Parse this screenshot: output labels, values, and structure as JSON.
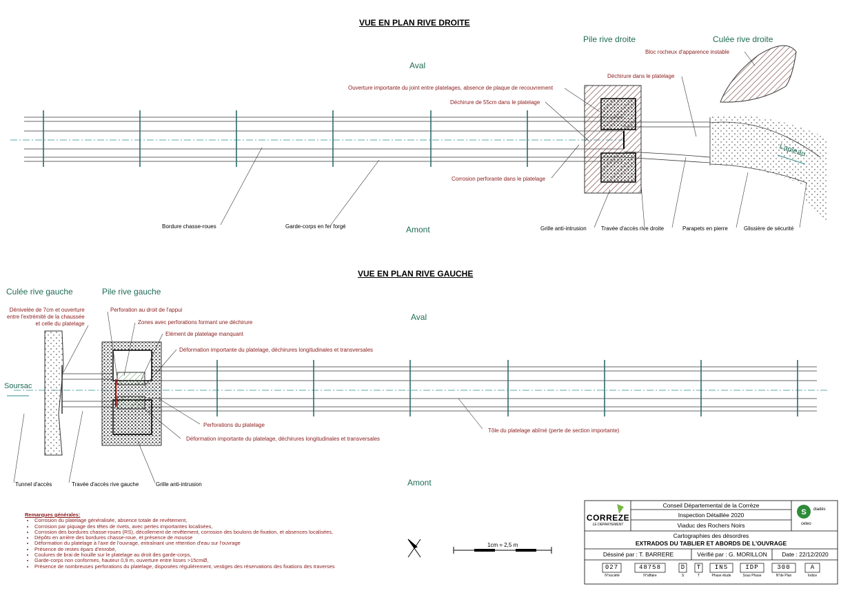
{
  "top": {
    "title": "VUE EN PLAN RIVE DROITE",
    "aval": "Aval",
    "amont": "Amont",
    "pile": "Pile rive droite",
    "culee": "Culée rive droite",
    "river_label": "Lapleau",
    "labels": {
      "bloc": "Bloc rocheux d'apparence instable",
      "dechirure_platelage": "Déchirure dans le platelage",
      "ouverture_joint": "Ouverture importante du joint entre platelages, absence de plaque de recouvrement",
      "dechirure_55": "Déchirure de 55cm dans le platelage",
      "corrosion_perforante": "Corrosion perforante dans le platelage",
      "bordure": "Bordure chasse-roues",
      "garde_corps": "Garde-corps en fer forgé",
      "grille": "Grille anti-intrusion",
      "travee": "Travée d'accès rive droite",
      "parapets": "Parapets en pierre",
      "glissiere": "Glissière de sécurité"
    }
  },
  "bottom": {
    "title": "VUE EN PLAN RIVE GAUCHE",
    "aval": "Aval",
    "amont": "Amont",
    "culee": "Culée rive gauche",
    "pile": "Pile rive gauche",
    "river_label": "Soursac",
    "labels": {
      "denivelee": [
        "Dénivelée de 7cm et ouverture",
        "entre l'extrémité de la chaussée",
        "et celle du platelage"
      ],
      "perforation_appui": "Perforation au droit de l'appui",
      "zones": "Zones avec perforations formant une déchirure",
      "element": "Elément de platelage manquant",
      "deformation1": "Déformation importante du platelage, déchirures longitudinales et transversales",
      "perforations": "Perforations du platelage",
      "deformation2": "Déformation importante du platelage, déchirures longitudinales et transversales",
      "tole": "Tôle du platelage abîmé (perte de section importante)",
      "tunnel": "Tunnel d'accès",
      "travee": "Travée d'accès rive gauche",
      "grille": "Grille anti-intrusion"
    }
  },
  "remarks": {
    "heading": "Remarques générales:",
    "items": [
      "Corrosion du platelage généralisée, absence totale de revêtement,",
      "Corrosion par piquage des têtes de rivets, avec pertes importantes localisées,",
      "Corrosion des bordures chasse-roues (RS), décollement de revêtement, corrosion des boulons de fixation, et absences localisées,",
      "Dépôts en arrière des bordures chasse-roue, et présence de mousse",
      "Déformation du platelage à l'axe de l'ouvrage, entraînant une rétention d'eau sur l'ouvrage",
      "Présence de restes épars d'enrobé,",
      "Coulures de brai de houille sur le platelage au droit des garde-corps,",
      "Garde-corps non conformes, hauteur 0,9 m, ouverture entre lisses >15cmØ,",
      "Présence de nombreuses perforations du platelage, disposées régulièrement, vestiges des réservations des fixations des traverses"
    ]
  },
  "scale": {
    "label": "1cm =   2,5 m"
  },
  "cartouche": {
    "logo_left": "CORREZE",
    "logo_left_sub": "LE DÉPARTEMENT",
    "conseil": "Conseil Départemental de la Corrèze",
    "inspection": "Inspection Détaillée 2020",
    "viaduc": "Viaduc des Rochers Noirs",
    "logo_right_top": "diadès",
    "logo_right_bottom": "ceteo",
    "carto": "Cartographies des désordres",
    "extrados": "EXTRADOS DU TABLIER ET ABORDS DE L'OUVRAGE",
    "dessine": "Déssiné par : T. BARRERE",
    "verifie": "Vérifié par : G. MORILLON",
    "date": "Date : 22/12/2020",
    "codes": [
      {
        "value": "027",
        "label": "N°société"
      },
      {
        "value": "48758",
        "label": "N°affaire"
      },
      {
        "value": "D",
        "label": "S"
      },
      {
        "value": "T",
        "label": "T"
      },
      {
        "value": "INS",
        "label": "Phase étude"
      },
      {
        "value": "IDP",
        "label": "Sous Phase"
      },
      {
        "value": "300",
        "label": "N°de Plan"
      },
      {
        "value": "A",
        "label": "Indice"
      }
    ]
  }
}
